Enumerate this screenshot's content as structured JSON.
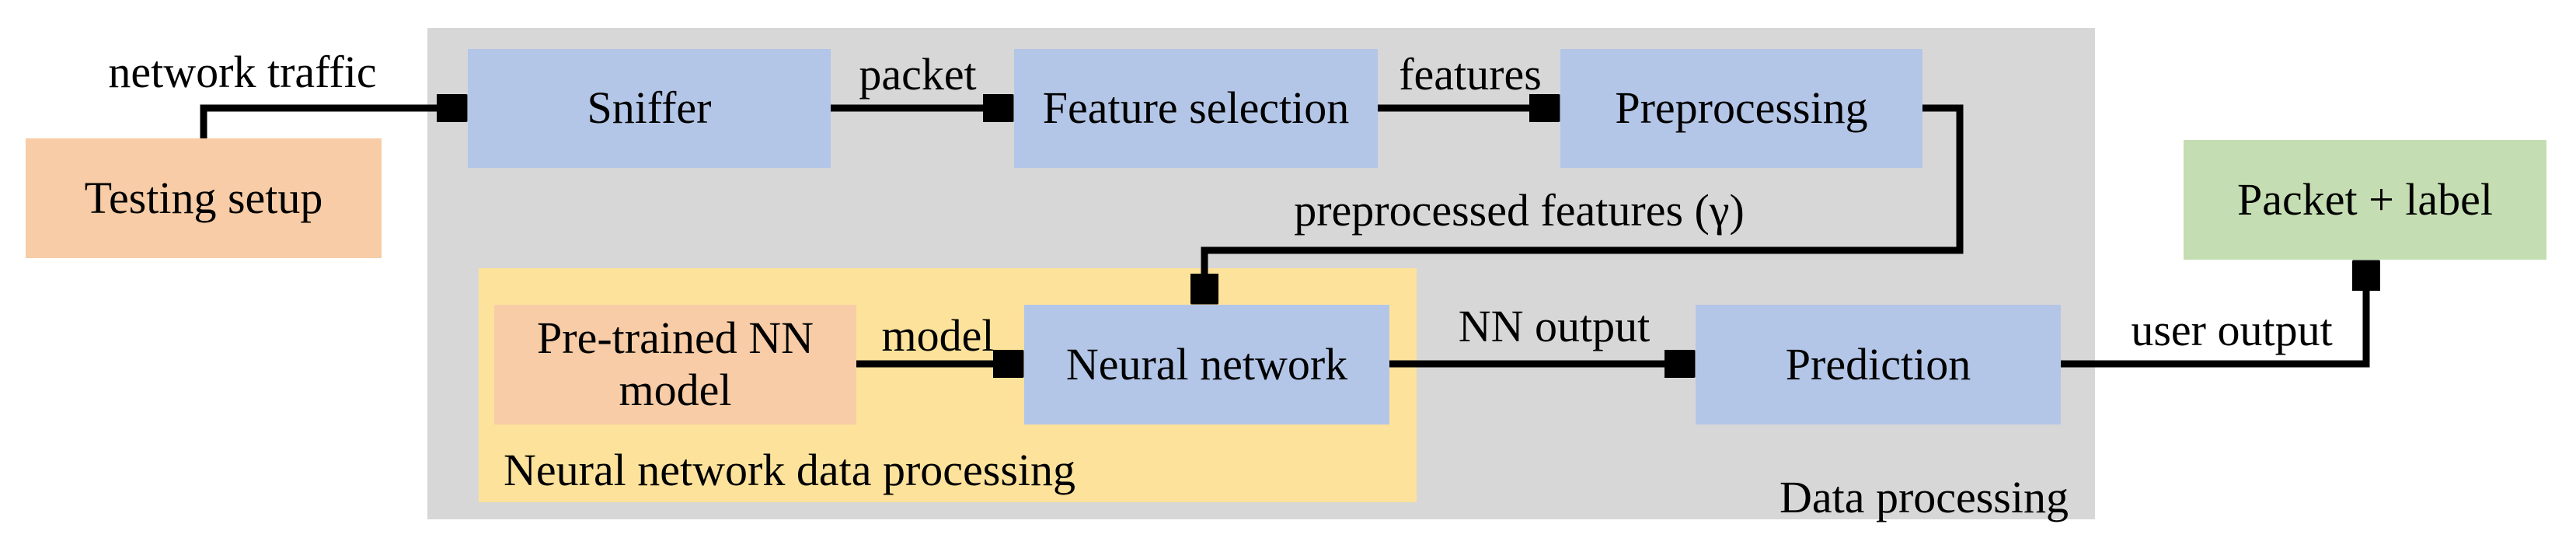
{
  "diagram": {
    "colors": {
      "region_gray": "#d7d7d7",
      "region_yellow": "#fce29b",
      "node_peach": "#f7cca6",
      "node_blue": "#b4c6e7",
      "node_green": "#c5ddb2",
      "arrow_black": "#000000",
      "page_background": "#ffffff"
    },
    "regions": {
      "data_processing": {
        "label": "Data processing"
      },
      "nn_data_processing": {
        "label": "Neural network data processing"
      }
    },
    "nodes": {
      "testing_setup": {
        "label": "Testing setup"
      },
      "sniffer": {
        "label": "Sniffer"
      },
      "feature_selection": {
        "label": "Feature selection"
      },
      "preprocessing": {
        "label": "Preprocessing"
      },
      "pretrained_nn_model": {
        "label": "Pre-trained NN model"
      },
      "neural_network": {
        "label": "Neural network"
      },
      "prediction": {
        "label": "Prediction"
      },
      "packet_plus_label": {
        "label": "Packet + label"
      }
    },
    "edge_labels": {
      "network_traffic": "network traffic",
      "packet": "packet",
      "features": "features",
      "preprocessed_features": "preprocessed features (γ)",
      "model": "model",
      "nn_output": "NN output",
      "user_output": "user output"
    }
  }
}
